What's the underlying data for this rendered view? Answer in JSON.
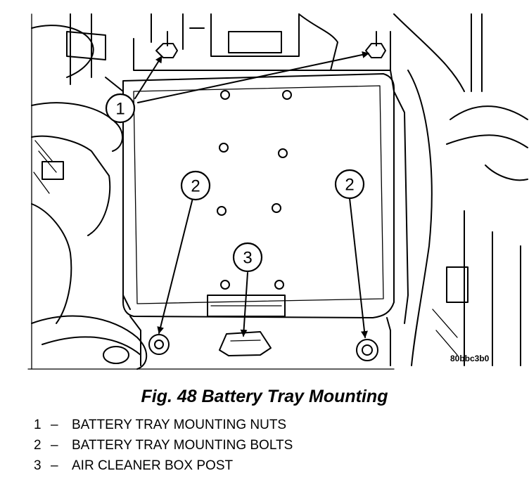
{
  "figure": {
    "callouts": [
      "1",
      "2",
      "2",
      "3"
    ],
    "ref_code": "80bbc3b0"
  },
  "caption": "Fig. 48 Battery Tray Mounting",
  "legend": [
    {
      "num": "1",
      "sep": "–",
      "text": "BATTERY TRAY MOUNTING NUTS"
    },
    {
      "num": "2",
      "sep": "–",
      "text": "BATTERY TRAY MOUNTING BOLTS"
    },
    {
      "num": "3",
      "sep": "–",
      "text": "AIR CLEANER BOX POST"
    }
  ]
}
